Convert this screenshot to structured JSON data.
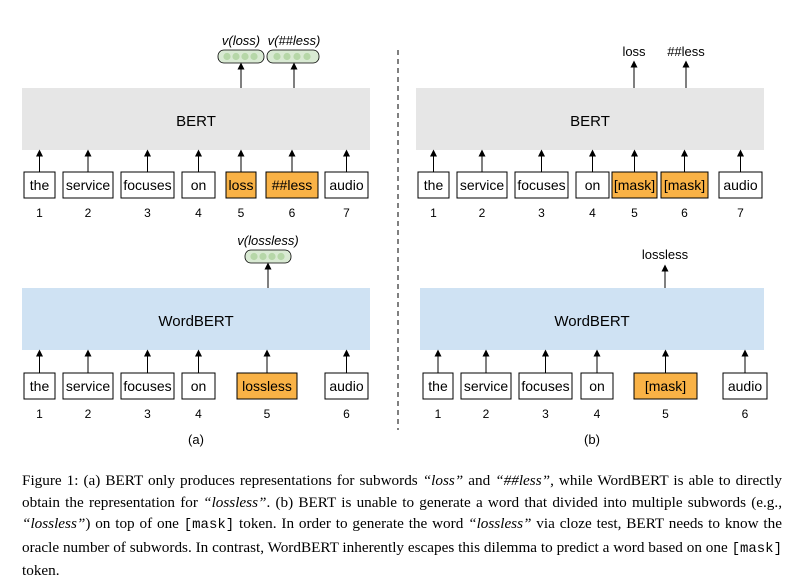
{
  "panel_a": {
    "label": "(a)",
    "bert": {
      "model": "BERT",
      "tokens": [
        {
          "text": "the",
          "index": "1",
          "highlight": false
        },
        {
          "text": "service",
          "index": "2",
          "highlight": false
        },
        {
          "text": "focuses",
          "index": "3",
          "highlight": false
        },
        {
          "text": "on",
          "index": "4",
          "highlight": false
        },
        {
          "text": "loss",
          "index": "5",
          "highlight": true
        },
        {
          "text": "##less",
          "index": "6",
          "highlight": true
        },
        {
          "text": "audio",
          "index": "7",
          "highlight": false
        }
      ],
      "outputs": [
        "v(loss)",
        "v(##less)"
      ]
    },
    "wordbert": {
      "model": "WordBERT",
      "tokens": [
        {
          "text": "the",
          "index": "1",
          "highlight": false
        },
        {
          "text": "service",
          "index": "2",
          "highlight": false
        },
        {
          "text": "focuses",
          "index": "3",
          "highlight": false
        },
        {
          "text": "on",
          "index": "4",
          "highlight": false
        },
        {
          "text": "lossless",
          "index": "5",
          "highlight": true
        },
        {
          "text": "audio",
          "index": "6",
          "highlight": false
        }
      ],
      "outputs": [
        "v(lossless)"
      ]
    }
  },
  "panel_b": {
    "label": "(b)",
    "bert": {
      "model": "BERT",
      "tokens": [
        {
          "text": "the",
          "index": "1",
          "highlight": false
        },
        {
          "text": "service",
          "index": "2",
          "highlight": false
        },
        {
          "text": "focuses",
          "index": "3",
          "highlight": false
        },
        {
          "text": "on",
          "index": "4",
          "highlight": false
        },
        {
          "text": "[mask]",
          "index": "5",
          "highlight": true
        },
        {
          "text": "[mask]",
          "index": "6",
          "highlight": true
        },
        {
          "text": "audio",
          "index": "7",
          "highlight": false
        }
      ],
      "outputs": [
        "loss",
        "##less"
      ]
    },
    "wordbert": {
      "model": "WordBERT",
      "tokens": [
        {
          "text": "the",
          "index": "1",
          "highlight": false
        },
        {
          "text": "service",
          "index": "2",
          "highlight": false
        },
        {
          "text": "focuses",
          "index": "3",
          "highlight": false
        },
        {
          "text": "on",
          "index": "4",
          "highlight": false
        },
        {
          "text": "[mask]",
          "index": "5",
          "highlight": true
        },
        {
          "text": "audio",
          "index": "6",
          "highlight": false
        }
      ],
      "outputs": [
        "lossless"
      ]
    }
  },
  "caption": {
    "s1": "Figure 1: (a) BERT only produces representations for subwords ",
    "s2": "“loss”",
    "s3": " and ",
    "s4": "“##less”",
    "s5": ", while WordBERT is able to directly obtain the representation for ",
    "s6": "“lossless”",
    "s7": ". (b) BERT is unable to generate a word that divided into multiple subwords (e.g., ",
    "s8": "“lossless”",
    "s9": ") on top of one ",
    "s10": "[mask]",
    "s11": " token. In order to generate the word ",
    "s12": "“lossless”",
    "s13": " via cloze test, BERT needs to know the oracle number of subwords. In contrast, WordBERT inherently escapes this dilemma to predict a word based on one ",
    "s14": "[mask]",
    "s15": " token."
  },
  "colors": {
    "bert_fill": "#e6e6e6",
    "wordbert_fill": "#cfe2f3",
    "highlight_fill": "#f9b246",
    "vector_fill": "#d9ead3"
  }
}
